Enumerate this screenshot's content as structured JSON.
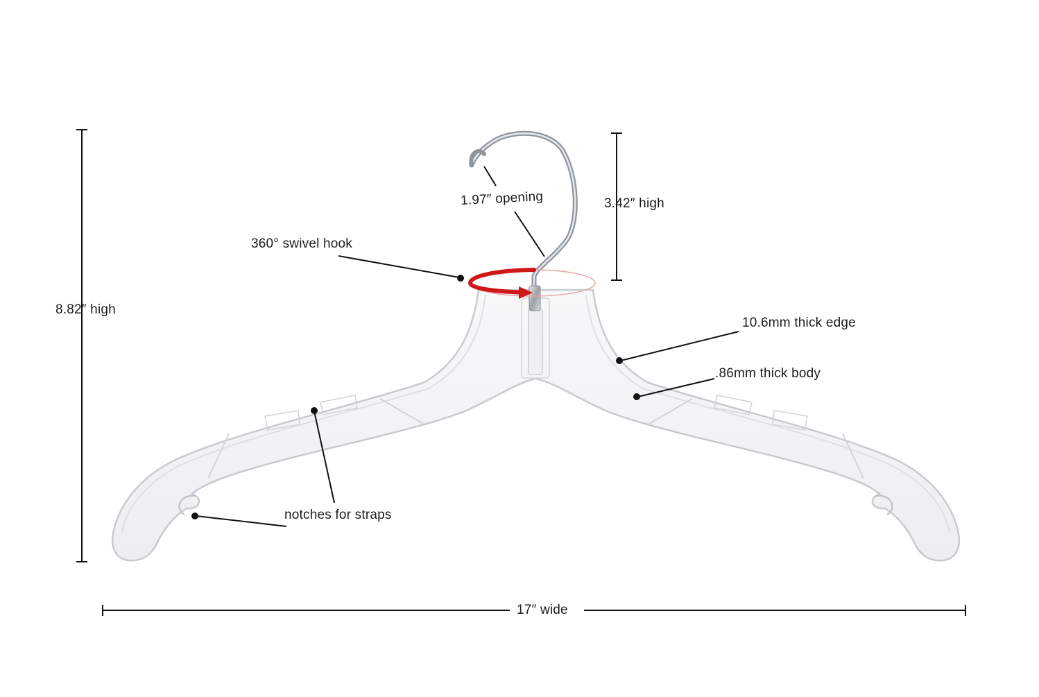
{
  "diagram": {
    "subject": "clear plastic hanger with metal swivel hook",
    "dimensions": {
      "overall_height": "8.82″ high",
      "overall_width": "17″ wide",
      "hook_height": "3.42″ high",
      "hook_opening": "1.97″ opening"
    },
    "callouts": {
      "swivel": "360° swivel hook",
      "edge": "10.6mm thick edge",
      "body": ".86mm thick body",
      "notches": "notches for straps"
    },
    "colors": {
      "line": "#111111",
      "swivel_arrow": "#d01818",
      "plastic_edge": "#c9cdd1",
      "hook_metal": "#8f959b"
    }
  }
}
